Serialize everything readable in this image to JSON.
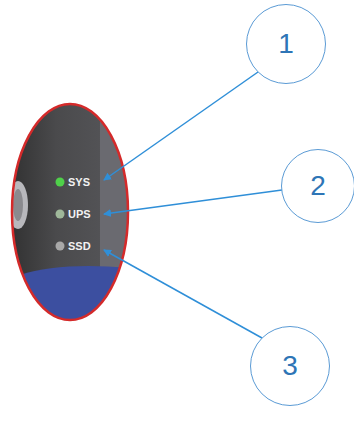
{
  "diagram": {
    "nodes": [
      {
        "text": [
          "1"
        ]
      },
      {
        "text": [
          "2"
        ]
      },
      {
        "text": [
          "3"
        ]
      }
    ],
    "labels": [
      "SYS",
      "UPS",
      "SSD"
    ]
  }
}
